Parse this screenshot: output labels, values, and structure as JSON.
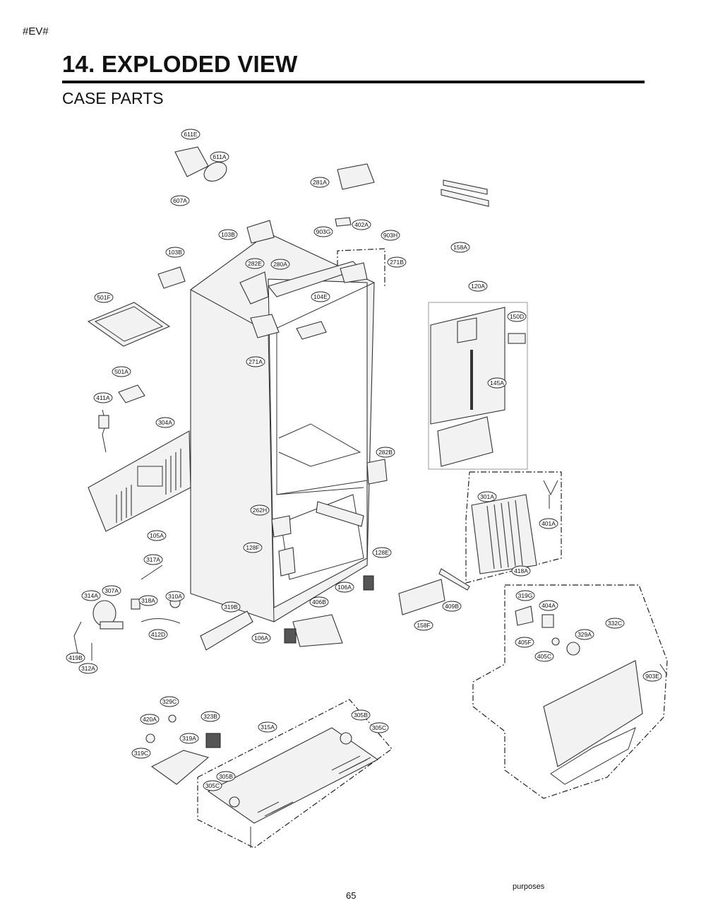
{
  "header": {
    "tag": "#EV#",
    "title": "14. EXPLODED VIEW",
    "subtitle": "CASE PARTS"
  },
  "footer": {
    "page_number": "65",
    "note": "purposes"
  },
  "labels": [
    "611E",
    "611A",
    "281A",
    "607A",
    "103B",
    "402A",
    "903G",
    "903H",
    "158A",
    "103B",
    "282E",
    "280A",
    "271B",
    "120A",
    "501F",
    "104E",
    "150D",
    "271A",
    "501A",
    "411A",
    "145A",
    "304A",
    "282B",
    "301A",
    "401A",
    "262H",
    "105A",
    "128F",
    "128E",
    "418A",
    "317A",
    "106A",
    "409B",
    "307A",
    "314A",
    "310A",
    "318A",
    "406B",
    "319B",
    "319G",
    "404A",
    "332C",
    "158F",
    "412D",
    "106A",
    "405F",
    "329A",
    "419B",
    "405C",
    "903E",
    "312A",
    "329C",
    "323B",
    "305B",
    "420A",
    "315A",
    "305C",
    "319A",
    "319C",
    "305B",
    "305C"
  ]
}
